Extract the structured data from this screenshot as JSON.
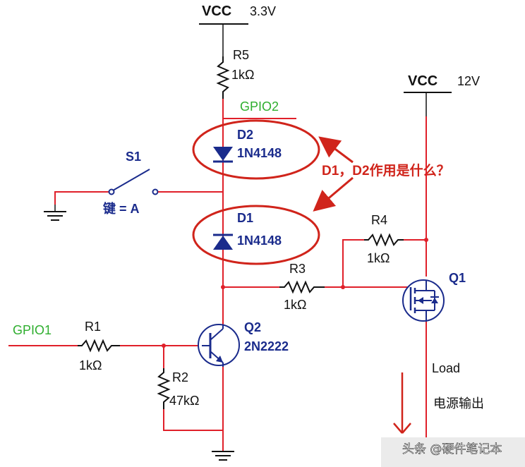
{
  "supplies": {
    "vcc_left": {
      "label": "VCC",
      "value": "3.3V"
    },
    "vcc_right": {
      "label": "VCC",
      "value": "12V"
    }
  },
  "components": {
    "r5": {
      "name": "R5",
      "value": "1kΩ"
    },
    "r4": {
      "name": "R4",
      "value": "1kΩ"
    },
    "r3": {
      "name": "R3",
      "value": "1kΩ"
    },
    "r1": {
      "name": "R1",
      "value": "1kΩ"
    },
    "r2": {
      "name": "R2",
      "value": "47kΩ"
    },
    "d2": {
      "name": "D2",
      "part": "1N4148"
    },
    "d1": {
      "name": "D1",
      "part": "1N4148"
    },
    "s1": {
      "name": "S1",
      "key": "键 = A"
    },
    "q1": {
      "name": "Q1"
    },
    "q2": {
      "name": "Q2",
      "part": "2N2222"
    }
  },
  "nets": {
    "gpio2": "GPIO2",
    "gpio1": "GPIO1"
  },
  "annotations": {
    "question": "D1，D2作用是什么？",
    "load": "Load",
    "power_out": "电源输出"
  },
  "watermark": "头条 @硬件笔记本",
  "colors": {
    "wire": "#e0202a",
    "schematic": "#1a2b8c",
    "net_label": "#2eae2e",
    "annotation": "#d0241b"
  }
}
